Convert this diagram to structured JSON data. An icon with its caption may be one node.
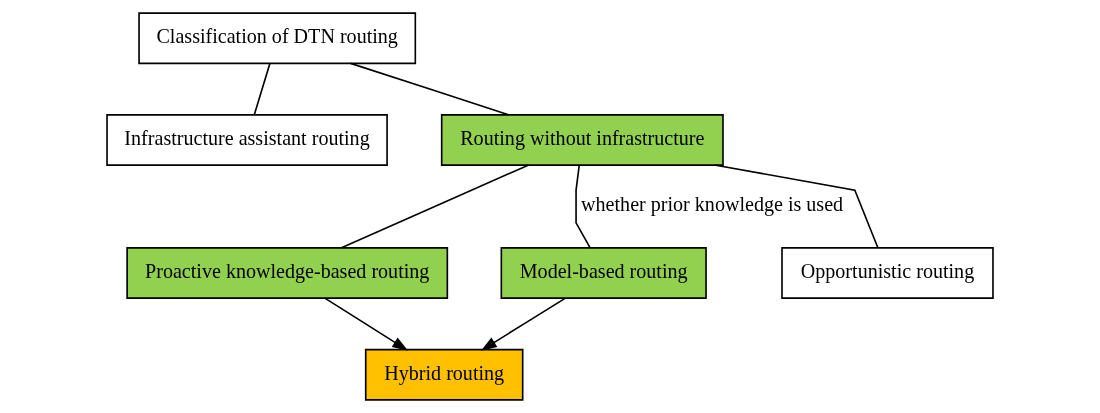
{
  "diagram": {
    "nodes": [
      {
        "text": [
          "Classification of DTN routing"
        ]
      },
      {
        "text": [
          "Infrastructure assistant routing"
        ]
      },
      {
        "text": [
          "Routing without infrastructure"
        ]
      },
      {
        "text": [
          "Proactive knowledge-based routing"
        ]
      },
      {
        "text": [
          "Model-based routing"
        ]
      },
      {
        "text": [
          "Opportunistic routing"
        ]
      },
      {
        "text": [
          "Hybrid routing"
        ]
      }
    ],
    "edges": [
      {
        "from": 0,
        "to": 1,
        "arrow": "none"
      },
      {
        "from": 0,
        "to": 2,
        "arrow": "none"
      },
      {
        "from": 2,
        "to": 3,
        "arrow": "none"
      },
      {
        "from": 2,
        "to": 4,
        "arrow": "none",
        "label": "whether prior knowledge is used"
      },
      {
        "from": 2,
        "to": 5,
        "arrow": "none"
      },
      {
        "from": 3,
        "to": 6,
        "arrow": "to"
      },
      {
        "from": 4,
        "to": 6,
        "arrow": "to"
      }
    ]
  }
}
